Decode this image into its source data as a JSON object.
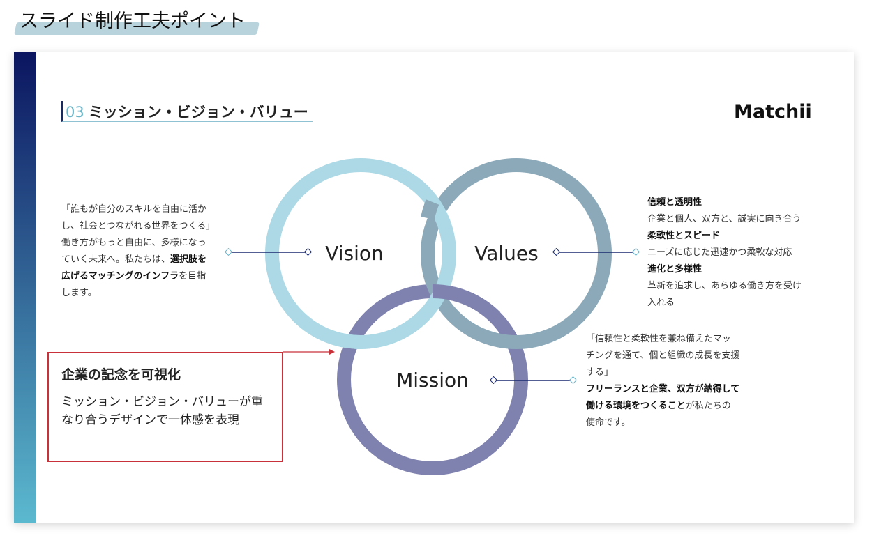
{
  "heading": "スライド制作工夫ポイント",
  "slide": {
    "number": "03",
    "title": "ミッション・ビジョン・バリュー",
    "logo": "Matchii",
    "circles": {
      "vision": "Vision",
      "values": "Values",
      "mission": "Mission"
    },
    "vision_text": {
      "l1": "「誰もが自分のスキルを自由に活か",
      "l2": "し、社会とつながれる世界をつくる」",
      "l3": "働き方がもっと自由に、多様になっ",
      "l4a": "ていく未来へ。私たちは、",
      "l4b": "選択肢を",
      "l5a": "広げるマッチングのインフラ",
      "l5b": "を目指",
      "l6": "します。"
    },
    "values_text": {
      "h1": "信頼と透明性",
      "d1": "企業と個人、双方と、誠実に向き合う",
      "h2": "柔軟性とスピード",
      "d2": "ニーズに応じた迅速かつ柔軟な対応",
      "h3": "進化と多様性",
      "d3a": "革新を追求し、あらゆる働き方を受け",
      "d3b": "入れる"
    },
    "mission_text": {
      "l1": "「信頼性と柔軟性を兼ね備えたマッ",
      "l2": "チングを通て、個と組織の成長を支援",
      "l3": "する」",
      "l4": "フリーランスと企業、双方が納得して",
      "l5a": "働ける環境をつくること",
      "l5b": "が私たちの",
      "l6": "使命です。"
    }
  },
  "callout": {
    "title": "企業の記念を可視化",
    "body": "ミッション・ビジョン・バリューが重なり合うデザインで一体感を表現"
  },
  "colors": {
    "vision": "#acd9e5",
    "values": "#8ba9b9",
    "mission": "#7f81ae",
    "callout": "#c8313a"
  }
}
